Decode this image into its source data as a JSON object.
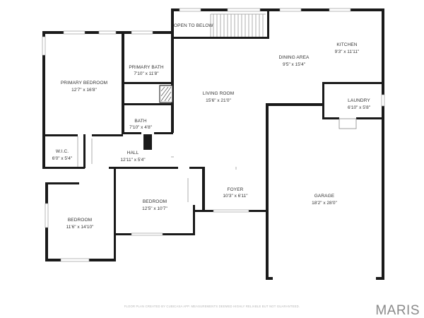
{
  "labels": {
    "open_to_below": "OPEN TO BELOW",
    "kitchen": {
      "name": "KITCHEN",
      "dims": "9'3\" x 11'11\""
    },
    "dining_area": {
      "name": "DINING AREA",
      "dims": "9'5\" x 15'4\""
    },
    "primary_bath": {
      "name": "PRIMARY BATH",
      "dims": "7'10\" x 11'8\""
    },
    "primary_bedroom": {
      "name": "PRIMARY BEDROOM",
      "dims": "12'7\" x 16'8\""
    },
    "living_room": {
      "name": "LIVING ROOM",
      "dims": "15'6\" x 21'0\""
    },
    "laundry": {
      "name": "LAUNDRY",
      "dims": "6'10\" x 5'8\""
    },
    "bath": {
      "name": "BATH",
      "dims": "7'10\" x 4'8\""
    },
    "wic": {
      "name": "W.I.C.",
      "dims": "6'0\" x 5'4\""
    },
    "hall": {
      "name": "HALL",
      "dims": "12'11\" x 5'4\""
    },
    "foyer": {
      "name": "FOYER",
      "dims": "10'3\" x 6'11\""
    },
    "garage": {
      "name": "GARAGE",
      "dims": "18'2\" x 28'0\""
    },
    "bedroom_mid": {
      "name": "BEDROOM",
      "dims": "12'5\" x 10'7\""
    },
    "bedroom_left": {
      "name": "BEDROOM",
      "dims": "11'6\" x 14'10\""
    }
  },
  "footer": "FLOOR PLAN CREATED BY CUBICASA APP. MEASUREMENTS DEEMED HIGHLY RELIABLE BUT NOT GUARANTEED.",
  "brand": "MARIS"
}
